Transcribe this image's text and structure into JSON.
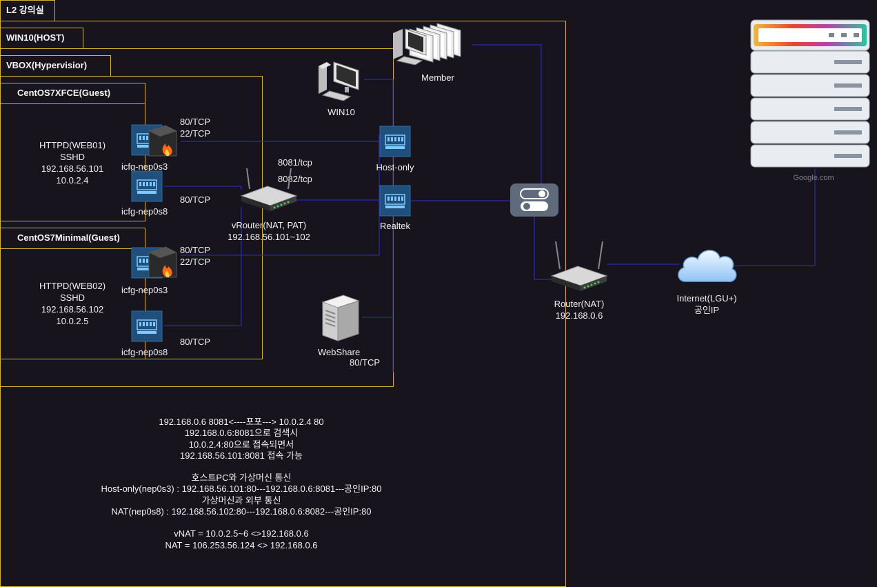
{
  "containers": {
    "classroom": "L2 강의실",
    "host": "WIN10(HOST)",
    "hypervisor": "VBOX(Hypervisior)",
    "guest1": "CentOS7XFCE(Guest)",
    "guest2": "CentOS7Minimal(Guest)"
  },
  "guest1": {
    "service1": "HTTPD(WEB01)",
    "service2": "SSHD",
    "ip1": "192.168.56.101",
    "ip2": "10.0.2.4",
    "nic1_label": "icfg-nep0s3",
    "nic2_label": "icfg-nep0s8",
    "port_a": "80/TCP",
    "port_b": "22/TCP",
    "port_c": "80/TCP"
  },
  "guest2": {
    "service1": "HTTPD(WEB02)",
    "service2": "SSHD",
    "ip1": "192.168.56.102",
    "ip2": "10.0.2.5",
    "nic1_label": "icfg-nep0s3",
    "nic2_label": "icfg-nep0s8",
    "port_a": "80/TCP",
    "port_b": "22/TCP",
    "port_c": "80/TCP"
  },
  "vrouter": {
    "port1": "8081/tcp",
    "port2": "8082/tcp",
    "name": "vRouter(NAT, PAT)",
    "ip": "192.168.56.101~102"
  },
  "nodes": {
    "win10": "WIN10",
    "member": "Member",
    "host_only": "Host-only",
    "realtek": "Realtek",
    "webshare": "WebShare",
    "webshare_port": "80/TCP",
    "router_name": "Router(NAT)",
    "router_ip": "192.168.0.6",
    "internet1": "Internet(LGU+)",
    "internet2": "공인IP",
    "server_caption": "Google.com"
  },
  "notes": [
    "192.168.0.6 8081<----포포---> 10.0.2.4 80",
    "192.168.0.6:8081으로 검색시",
    "10.0.2.4:80으로 접속되면서",
    "192.168.56.101:8081 접속 가능",
    "",
    "호스트PC와 가상머신 통신",
    "Host-only(nep0s3) : 192.168.56.101:80---192.168.0.6:8081---공인IP:80",
    "가상머신과 외부 통신",
    "NAT(nep0s8) : 192.168.56.102:80---192.168.0.6:8082---공인IP:80",
    "",
    "vNAT = 10.0.2.5~6 <>192.168.0.6",
    "NAT = 106.253.56.124 <> 192.168.0.6"
  ],
  "colors": {
    "background": "#18141d",
    "frame": "#d8b033",
    "link": "#2a2aa8"
  }
}
